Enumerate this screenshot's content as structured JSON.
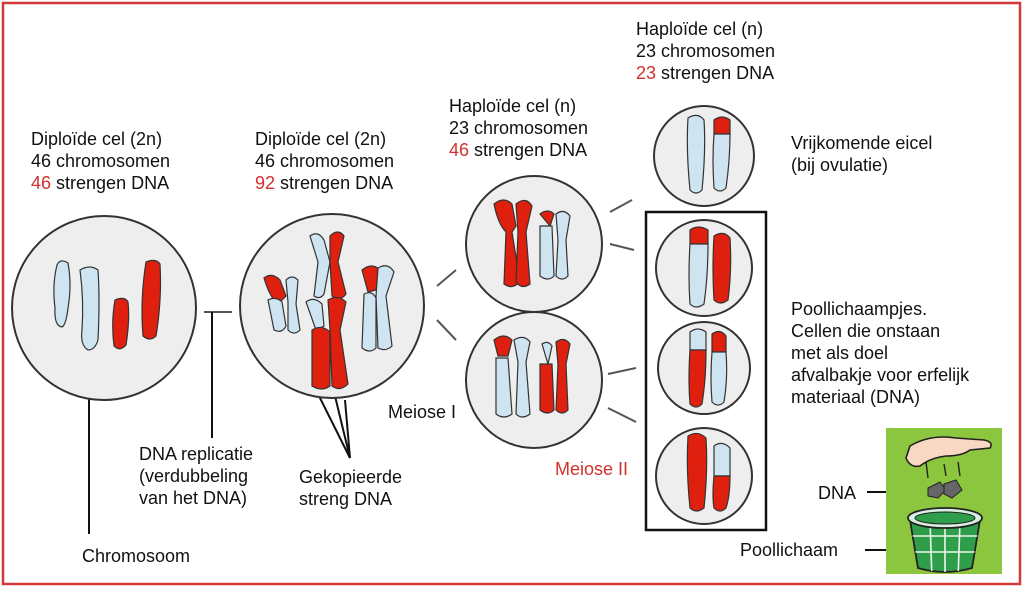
{
  "colors": {
    "frame": "#d23a3a",
    "cell_fill": "#eeeeee",
    "cell_stroke": "#333333",
    "chromosome_red": "#e0200f",
    "chromosome_blue": "#cfe4f1",
    "highlight_number": "#d2302c",
    "trash_background": "#8cc63e",
    "bin_green": "#2e9e4a"
  },
  "labels": {
    "cell1": {
      "line1": "Diploïde cel (2n)",
      "line2": "46 chromosomen",
      "num": "46",
      "rest": " strengen DNA"
    },
    "cell2": {
      "line1": "Diploïde cel (2n)",
      "line2": "46 chromosomen",
      "num": "92",
      "rest": " strengen DNA"
    },
    "cell3": {
      "line1": "Haploïde cel (n)",
      "line2": "23 chromosomen",
      "num": "46",
      "rest": " strengen DNA"
    },
    "cell4": {
      "line1": "Haploïde cel (n)",
      "line2": "23 chromosomen",
      "num": "23",
      "rest": " strengen DNA"
    },
    "egg": [
      "Vrijkomende eicel",
      "(bij ovulatie)"
    ],
    "polar": [
      "Poollichaampjes.",
      "Cellen die onstaan",
      "met als doel",
      "afvalbakje voor erfelijk",
      "materiaal (DNA)"
    ],
    "replication": [
      "DNA replicatie",
      "(verdubbeling",
      "van het DNA)"
    ],
    "copied": [
      "Gekopieerde",
      "streng DNA"
    ],
    "chromosome": "Chromosoom",
    "meiosis1": "Meiose I",
    "meiosis2": "Meiose II",
    "dna": "DNA",
    "polar_body": "Poollichaam"
  }
}
